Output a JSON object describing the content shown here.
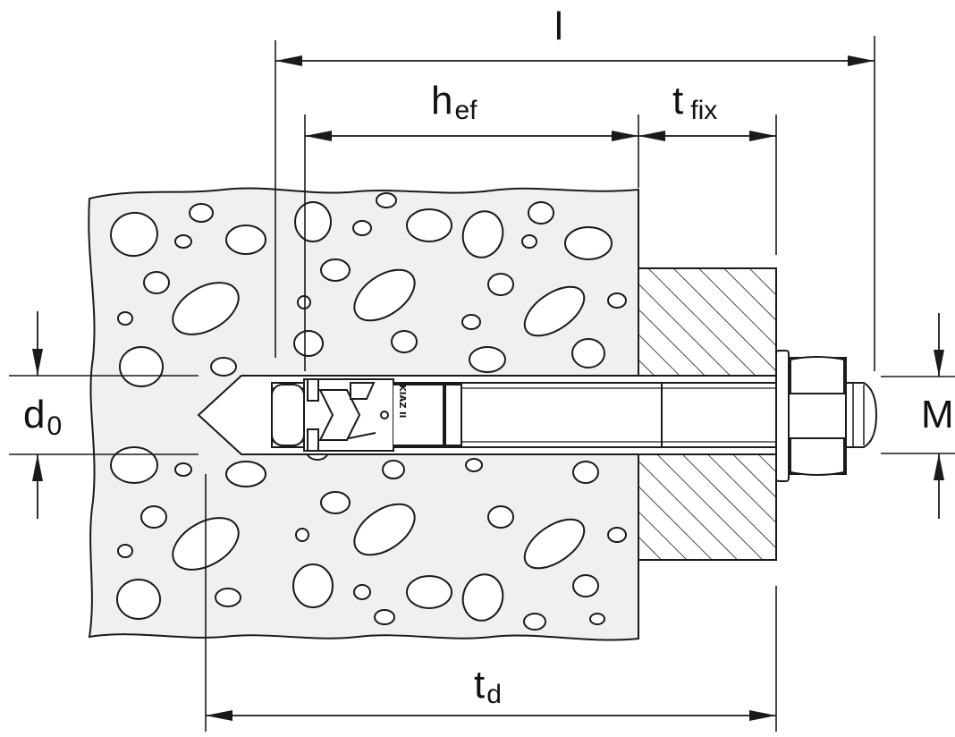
{
  "labels": {
    "l": "l",
    "h_ef_main": "h",
    "h_ef_sub": "ef",
    "t_fix_main": "t",
    "t_fix_sub": "fix",
    "d0_main": "d",
    "d0_sub": "0",
    "td_main": "t",
    "td_sub": "d",
    "M": "M"
  },
  "anchor_marking": "KIAZ II",
  "colors": {
    "line": "#1a1a1a",
    "concrete": "#f0f0f0",
    "background": "#ffffff"
  }
}
